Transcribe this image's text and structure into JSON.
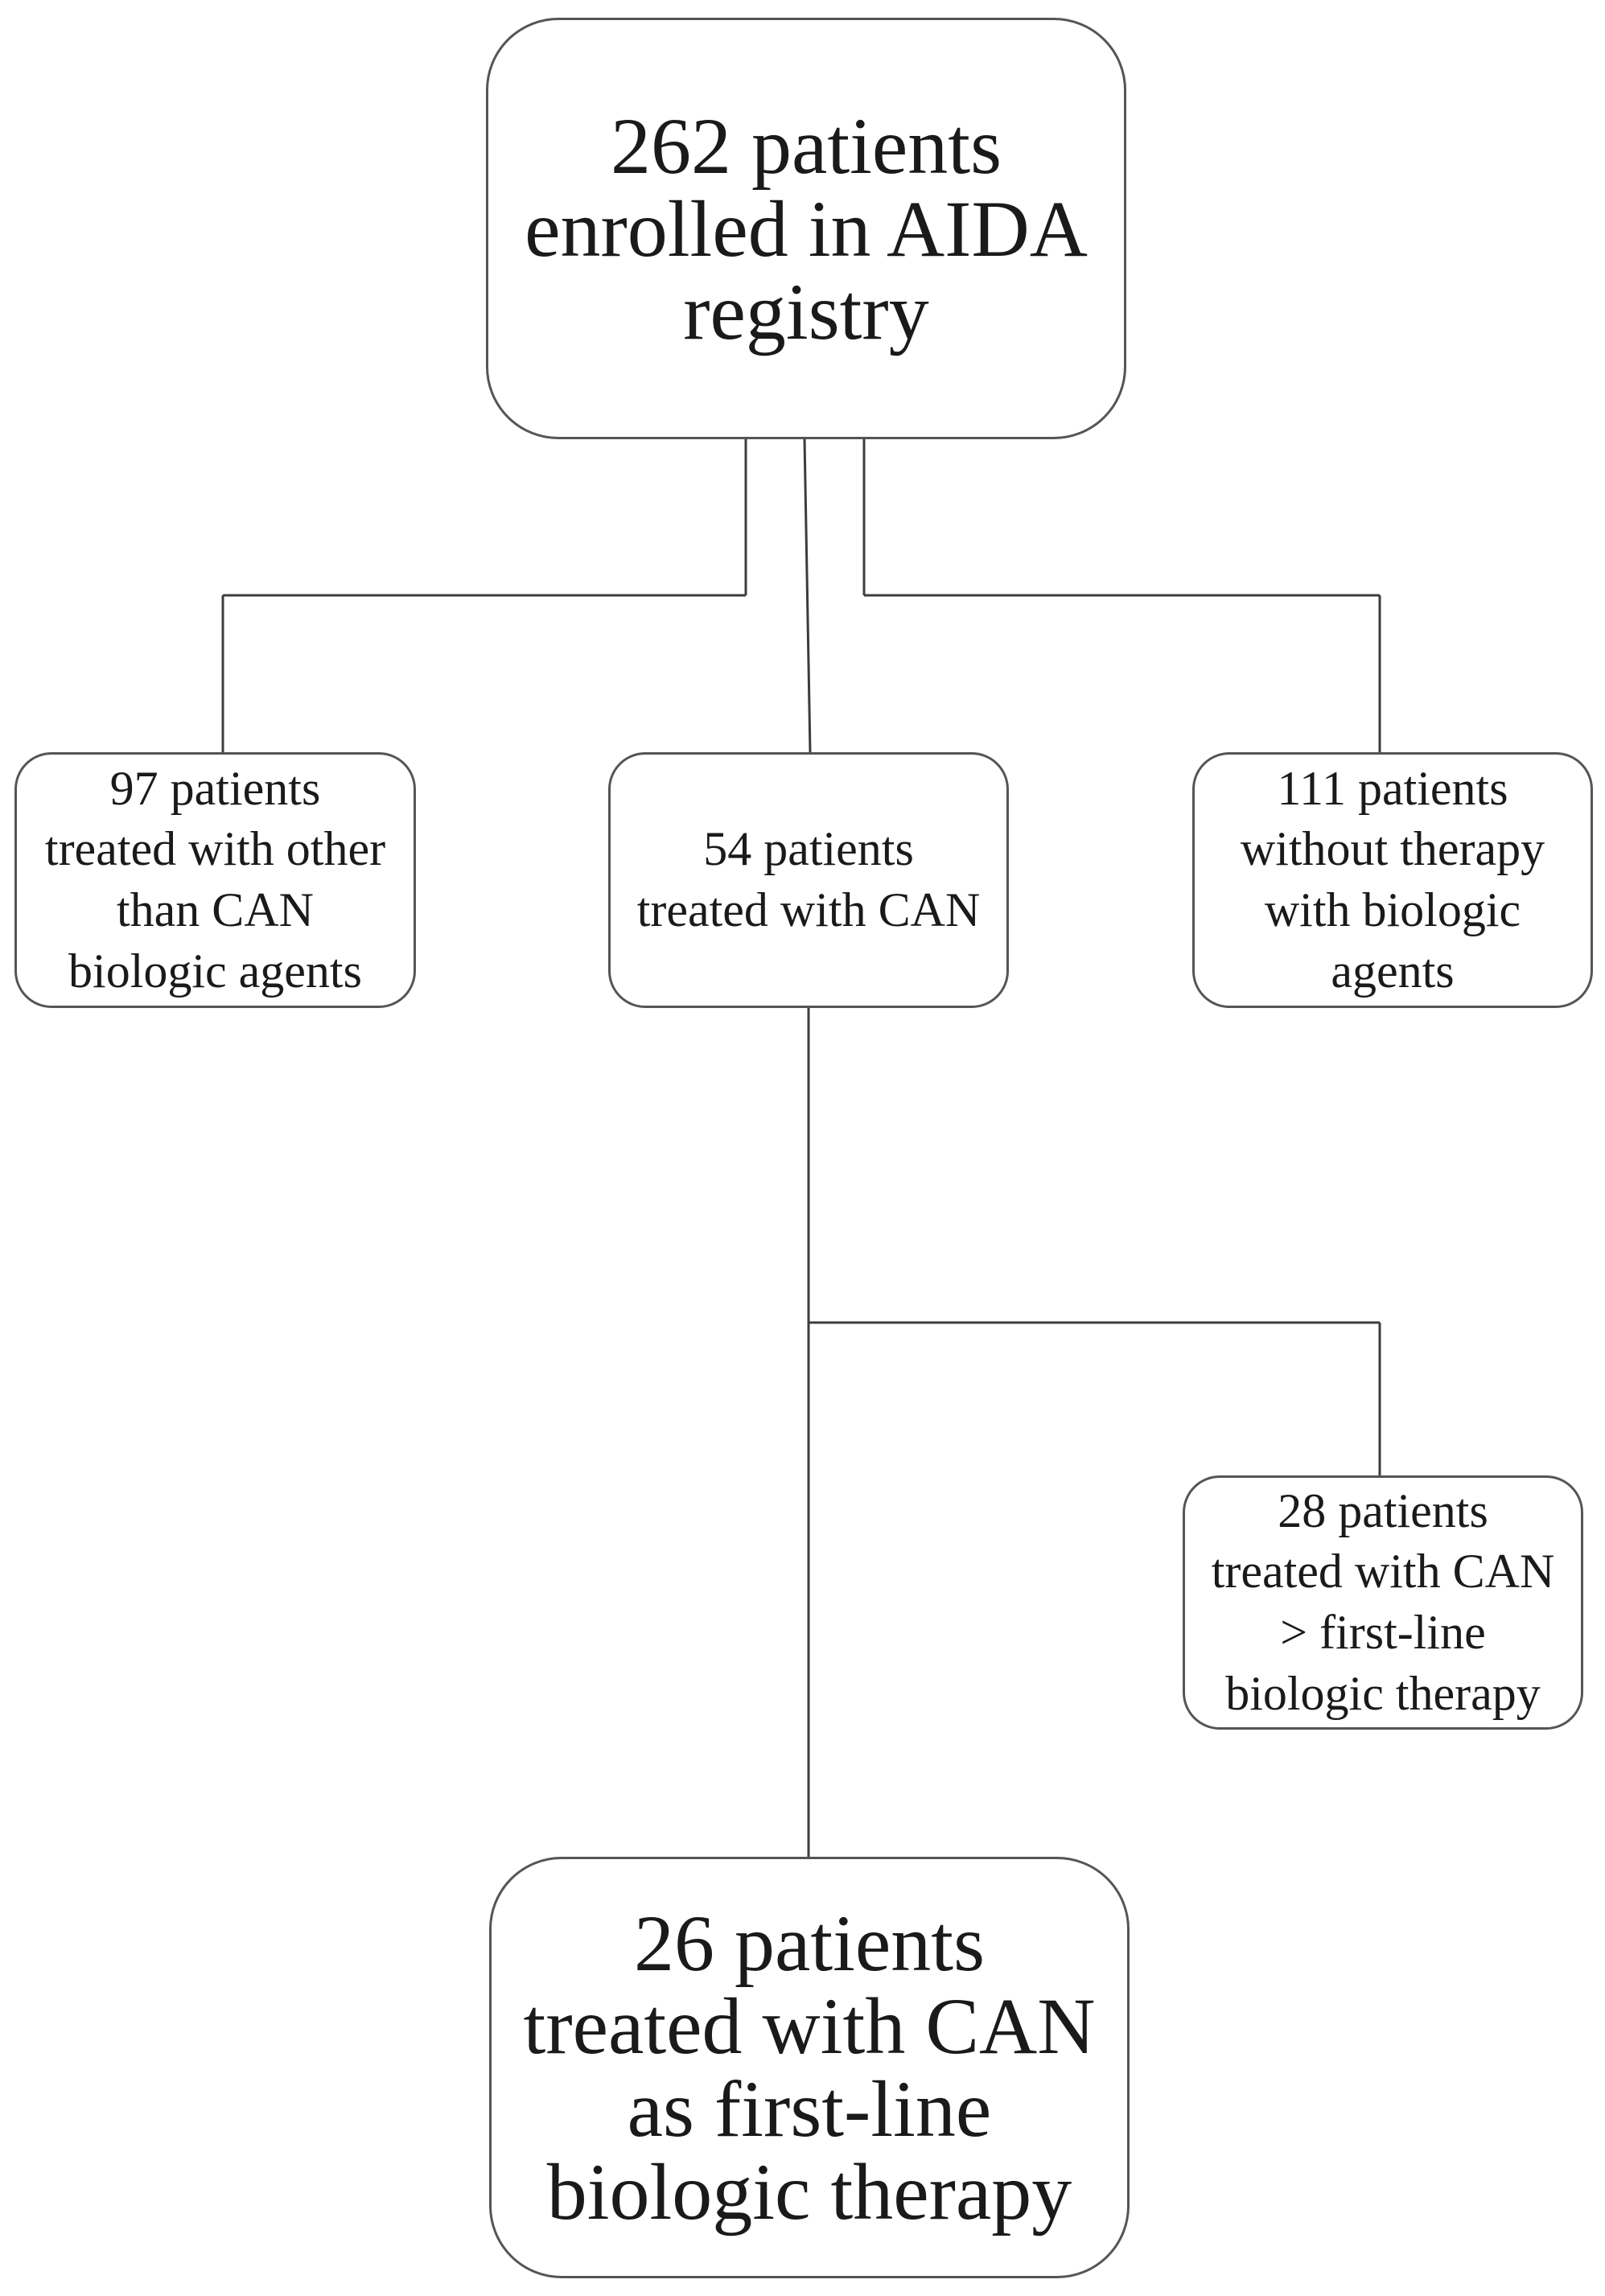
{
  "diagram": {
    "nodes": [
      {
        "id": "root",
        "text": "262 patients\nenrolled in AIDA\nregistry"
      },
      {
        "id": "other_biologics",
        "text": "97 patients\ntreated with other\nthan CAN\nbiologic agents"
      },
      {
        "id": "can",
        "text": "54 patients\ntreated with CAN"
      },
      {
        "id": "no_biologics",
        "text": "111 patients\nwithout therapy\nwith biologic\nagents"
      },
      {
        "id": "can_later_line",
        "text": "28 patients\ntreated with CAN\n> first-line\nbiologic therapy"
      },
      {
        "id": "can_first_line",
        "text": "26 patients\ntreated with CAN\nas first-line\nbiologic therapy"
      }
    ],
    "edges": [
      {
        "from": "root",
        "to": "other_biologics"
      },
      {
        "from": "root",
        "to": "can"
      },
      {
        "from": "root",
        "to": "no_biologics"
      },
      {
        "from": "can",
        "to": "can_later_line"
      },
      {
        "from": "can",
        "to": "can_first_line"
      }
    ],
    "colors": {
      "line": "#3c3c3c",
      "box_border": "#555555",
      "text": "#1a1a1a",
      "background": "#ffffff"
    }
  }
}
